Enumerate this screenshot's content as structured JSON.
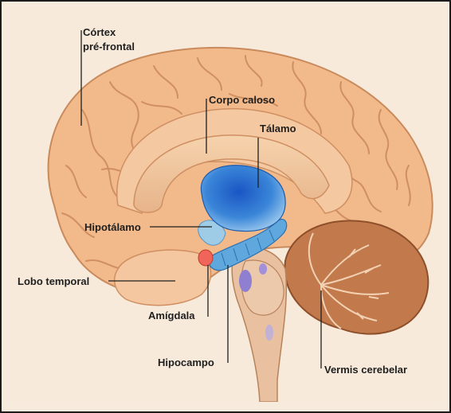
{
  "labels": {
    "cortex_line1": "Córtex",
    "cortex_line2": "pré-frontal",
    "corpo_caloso": "Corpo caloso",
    "talamo": "Tálamo",
    "hipotalamo": "Hipotálamo",
    "lobo_temporal": "Lobo temporal",
    "amigdala": "Amígdala",
    "hipocampo": "Hipocampo",
    "vermis": "Vermis cerebelar"
  },
  "colors": {
    "cortex": "#f2b98a",
    "cortex_outline": "#c98a5c",
    "thalamus": "#2f72c9",
    "hippocampus": "#5ea8de",
    "cerebellum": "#c27a4c",
    "amygdala": "#f0645a"
  }
}
